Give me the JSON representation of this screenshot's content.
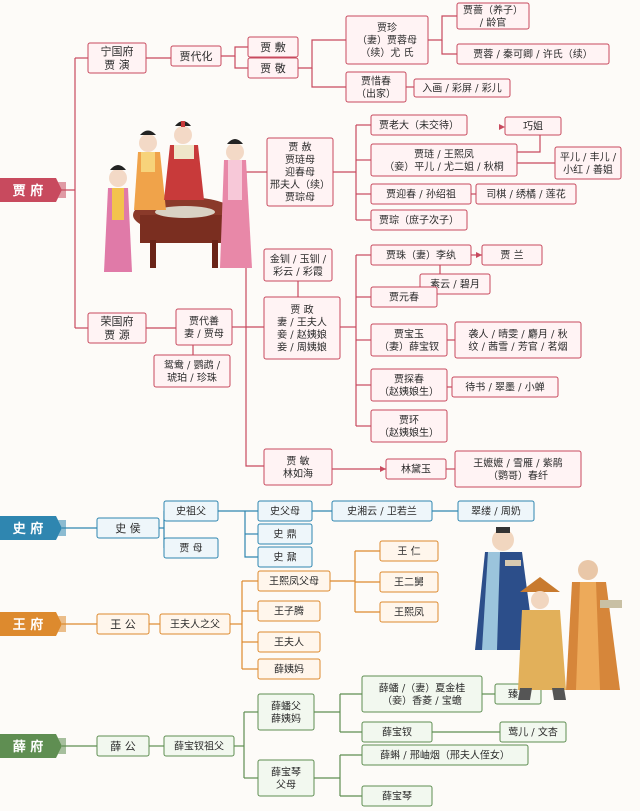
{
  "colors": {
    "jia": "#c84a5e",
    "shi": "#2f86b0",
    "wang": "#dd8a2e",
    "xue": "#5f8e52",
    "jia_box": "#fff3f4",
    "shi_box": "#eef6fa",
    "wang_box": "#fff6ec",
    "xue_box": "#f2f8ef"
  },
  "families": [
    {
      "id": "jia",
      "name": "贾 府"
    },
    {
      "id": "shi",
      "name": "史 府"
    },
    {
      "id": "wang",
      "name": "王 府"
    },
    {
      "id": "xue",
      "name": "薛 府"
    }
  ],
  "nodes": {
    "ningguo": [
      "宁国府",
      "贾  演"
    ],
    "jia_daihua": [
      "贾代化"
    ],
    "jia_fu": [
      "贾  敷"
    ],
    "jia_jing": [
      "贾  敬"
    ],
    "jia_zhen": [
      "贾珍",
      "（妻）贾蓉母",
      "（续）尤  氏"
    ],
    "jia_qiang": [
      "贾蔷（养子）",
      "/ 龄官"
    ],
    "jia_rong": [
      "贾蓉 / 秦可卿 / 许氏（续）"
    ],
    "xichun": [
      "贾惜春",
      "（出家）"
    ],
    "xichun_maids": [
      "入画 / 彩屏 / 彩儿"
    ],
    "rongguo": [
      "荣国府",
      "贾  源"
    ],
    "jia_daishan": [
      "贾代善",
      "妻 / 贾母"
    ],
    "jiamu_maids": [
      "鸳鸯 / 鹦鹉 /",
      "琥珀 / 珍珠"
    ],
    "jia_she": [
      "贾  赦",
      "贾琏母",
      "迎春母",
      "邢夫人（续）",
      "贾琮母"
    ],
    "lao_da": [
      "贾老大（未交待）"
    ],
    "jia_lian": [
      "贾琏 / 王熙凤",
      "（妾）平儿 / 尤二姐 / 秋桐"
    ],
    "qiaojie": [
      "巧姐"
    ],
    "lian_maids": [
      "平儿 / 丰儿 /",
      "小红 / 善姐"
    ],
    "yingchun": [
      "贾迎春 / 孙绍祖"
    ],
    "yingchun_maids": [
      "司棋 / 绣橘 / 莲花"
    ],
    "jia_cong": [
      "贾琮（庶子次子）"
    ],
    "zheng_maids": [
      "金钏 / 玉钏 /",
      "彩云 / 彩霞"
    ],
    "jia_zheng": [
      "贾  政",
      "妻 / 王夫人",
      "妾 / 赵姨娘",
      "妾 / 周姨娘"
    ],
    "jia_zhu": [
      "贾珠（妻）李纨"
    ],
    "jia_lan": [
      "贾  兰"
    ],
    "zhu_maids": [
      "素云 / 碧月"
    ],
    "yuanchun": [
      "贾元春"
    ],
    "baoyu": [
      "贾宝玉",
      "（妻）薛宝钗"
    ],
    "baoyu_maids": [
      "袭人 / 晴雯 / 麝月 / 秋",
      "纹 / 茜雪 / 芳官 / 茗烟"
    ],
    "tanchun": [
      "贾探春",
      "（赵姨娘生）"
    ],
    "tanchun_maids": [
      "待书 / 翠墨 / 小蝉"
    ],
    "jia_huan": [
      "贾环",
      "（赵姨娘生）"
    ],
    "jia_min": [
      "贾  敏",
      "林如海"
    ],
    "daiyu": [
      "林黛玉"
    ],
    "daiyu_maids": [
      "王嬷嬷 / 雪雁 / 紫鹃",
      "（鹦哥）春纤"
    ],
    "shi_hou": [
      "史  侯"
    ],
    "shi_grandfather": [
      "史祖父"
    ],
    "shi_parents": [
      "史父母"
    ],
    "jia_mu_shi": [
      "贾  母"
    ],
    "shi_ding": [
      "史  鼎"
    ],
    "shi_nai": [
      "史  鼐"
    ],
    "xiangyun": [
      "史湘云 / 卫若兰"
    ],
    "xiangyun_maids": [
      "翠缕 / 周奶"
    ],
    "wang_gong": [
      "王  公"
    ],
    "wang_furen_father": [
      "王夫人之父"
    ],
    "xifeng_parents": [
      "王熙凤父母"
    ],
    "wang_ziteng": [
      "王子腾"
    ],
    "wang_furen": [
      "王夫人"
    ],
    "xue_yima": [
      "薛姨妈"
    ],
    "wang_ren": [
      "王  仁"
    ],
    "wang_erjiu": [
      "王二舅"
    ],
    "wang_xifeng": [
      "王熙凤"
    ],
    "xue_gong": [
      "薛  公"
    ],
    "xue_grandfather": [
      "薛宝钗祖父"
    ],
    "xue_parents": [
      "薛蟠父",
      "薛姨妈"
    ],
    "xue_pan": [
      "薛蟠 /（妻）夏金桂",
      "（妾）香菱 / 宝蟾"
    ],
    "zhenger": [
      "臻儿"
    ],
    "xue_baochai": [
      "薛宝钗"
    ],
    "baochai_maids": [
      "莺儿 / 文杏"
    ],
    "baoqin_parents": [
      "薛宝琴",
      "父母"
    ],
    "xue_ke": [
      "薛蝌 / 邢岫烟（邢夫人侄女）"
    ],
    "xue_baoqin": [
      "薛宝琴"
    ]
  }
}
